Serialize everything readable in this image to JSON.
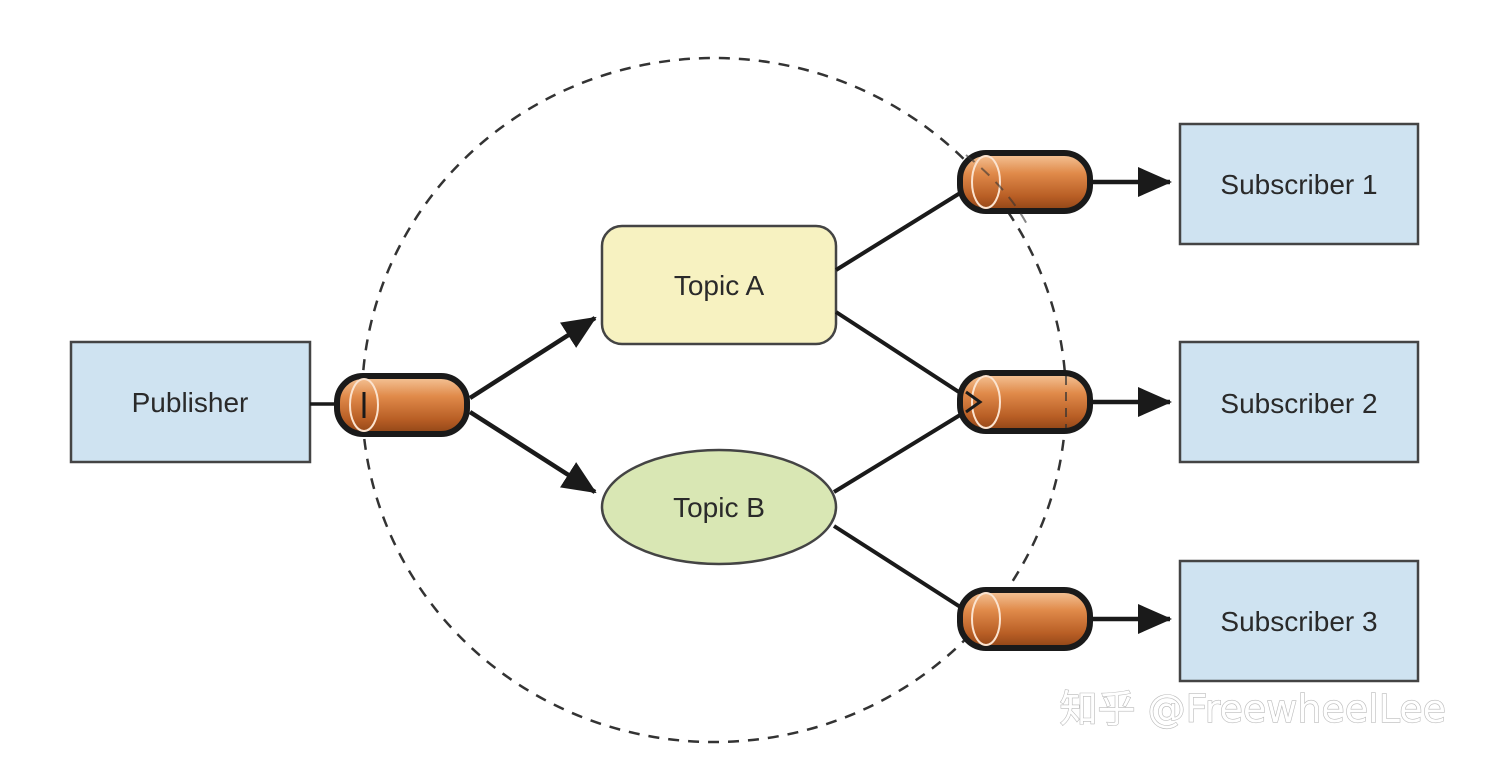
{
  "publisher": {
    "label": "Publisher"
  },
  "topics": [
    {
      "label": "Topic A"
    },
    {
      "label": "Topic B"
    }
  ],
  "subscribers": [
    {
      "label": "Subscriber 1"
    },
    {
      "label": "Subscriber 2"
    },
    {
      "label": "Subscriber 3"
    }
  ],
  "watermark": {
    "text": "知乎 @FreewheelLee"
  },
  "colors": {
    "box_blue": "#cfe3f1",
    "topic_a": "#f7f2c1",
    "topic_b": "#d9e7b4",
    "pipe_orange": "#d4793b",
    "stroke": "#1a1a1a"
  }
}
